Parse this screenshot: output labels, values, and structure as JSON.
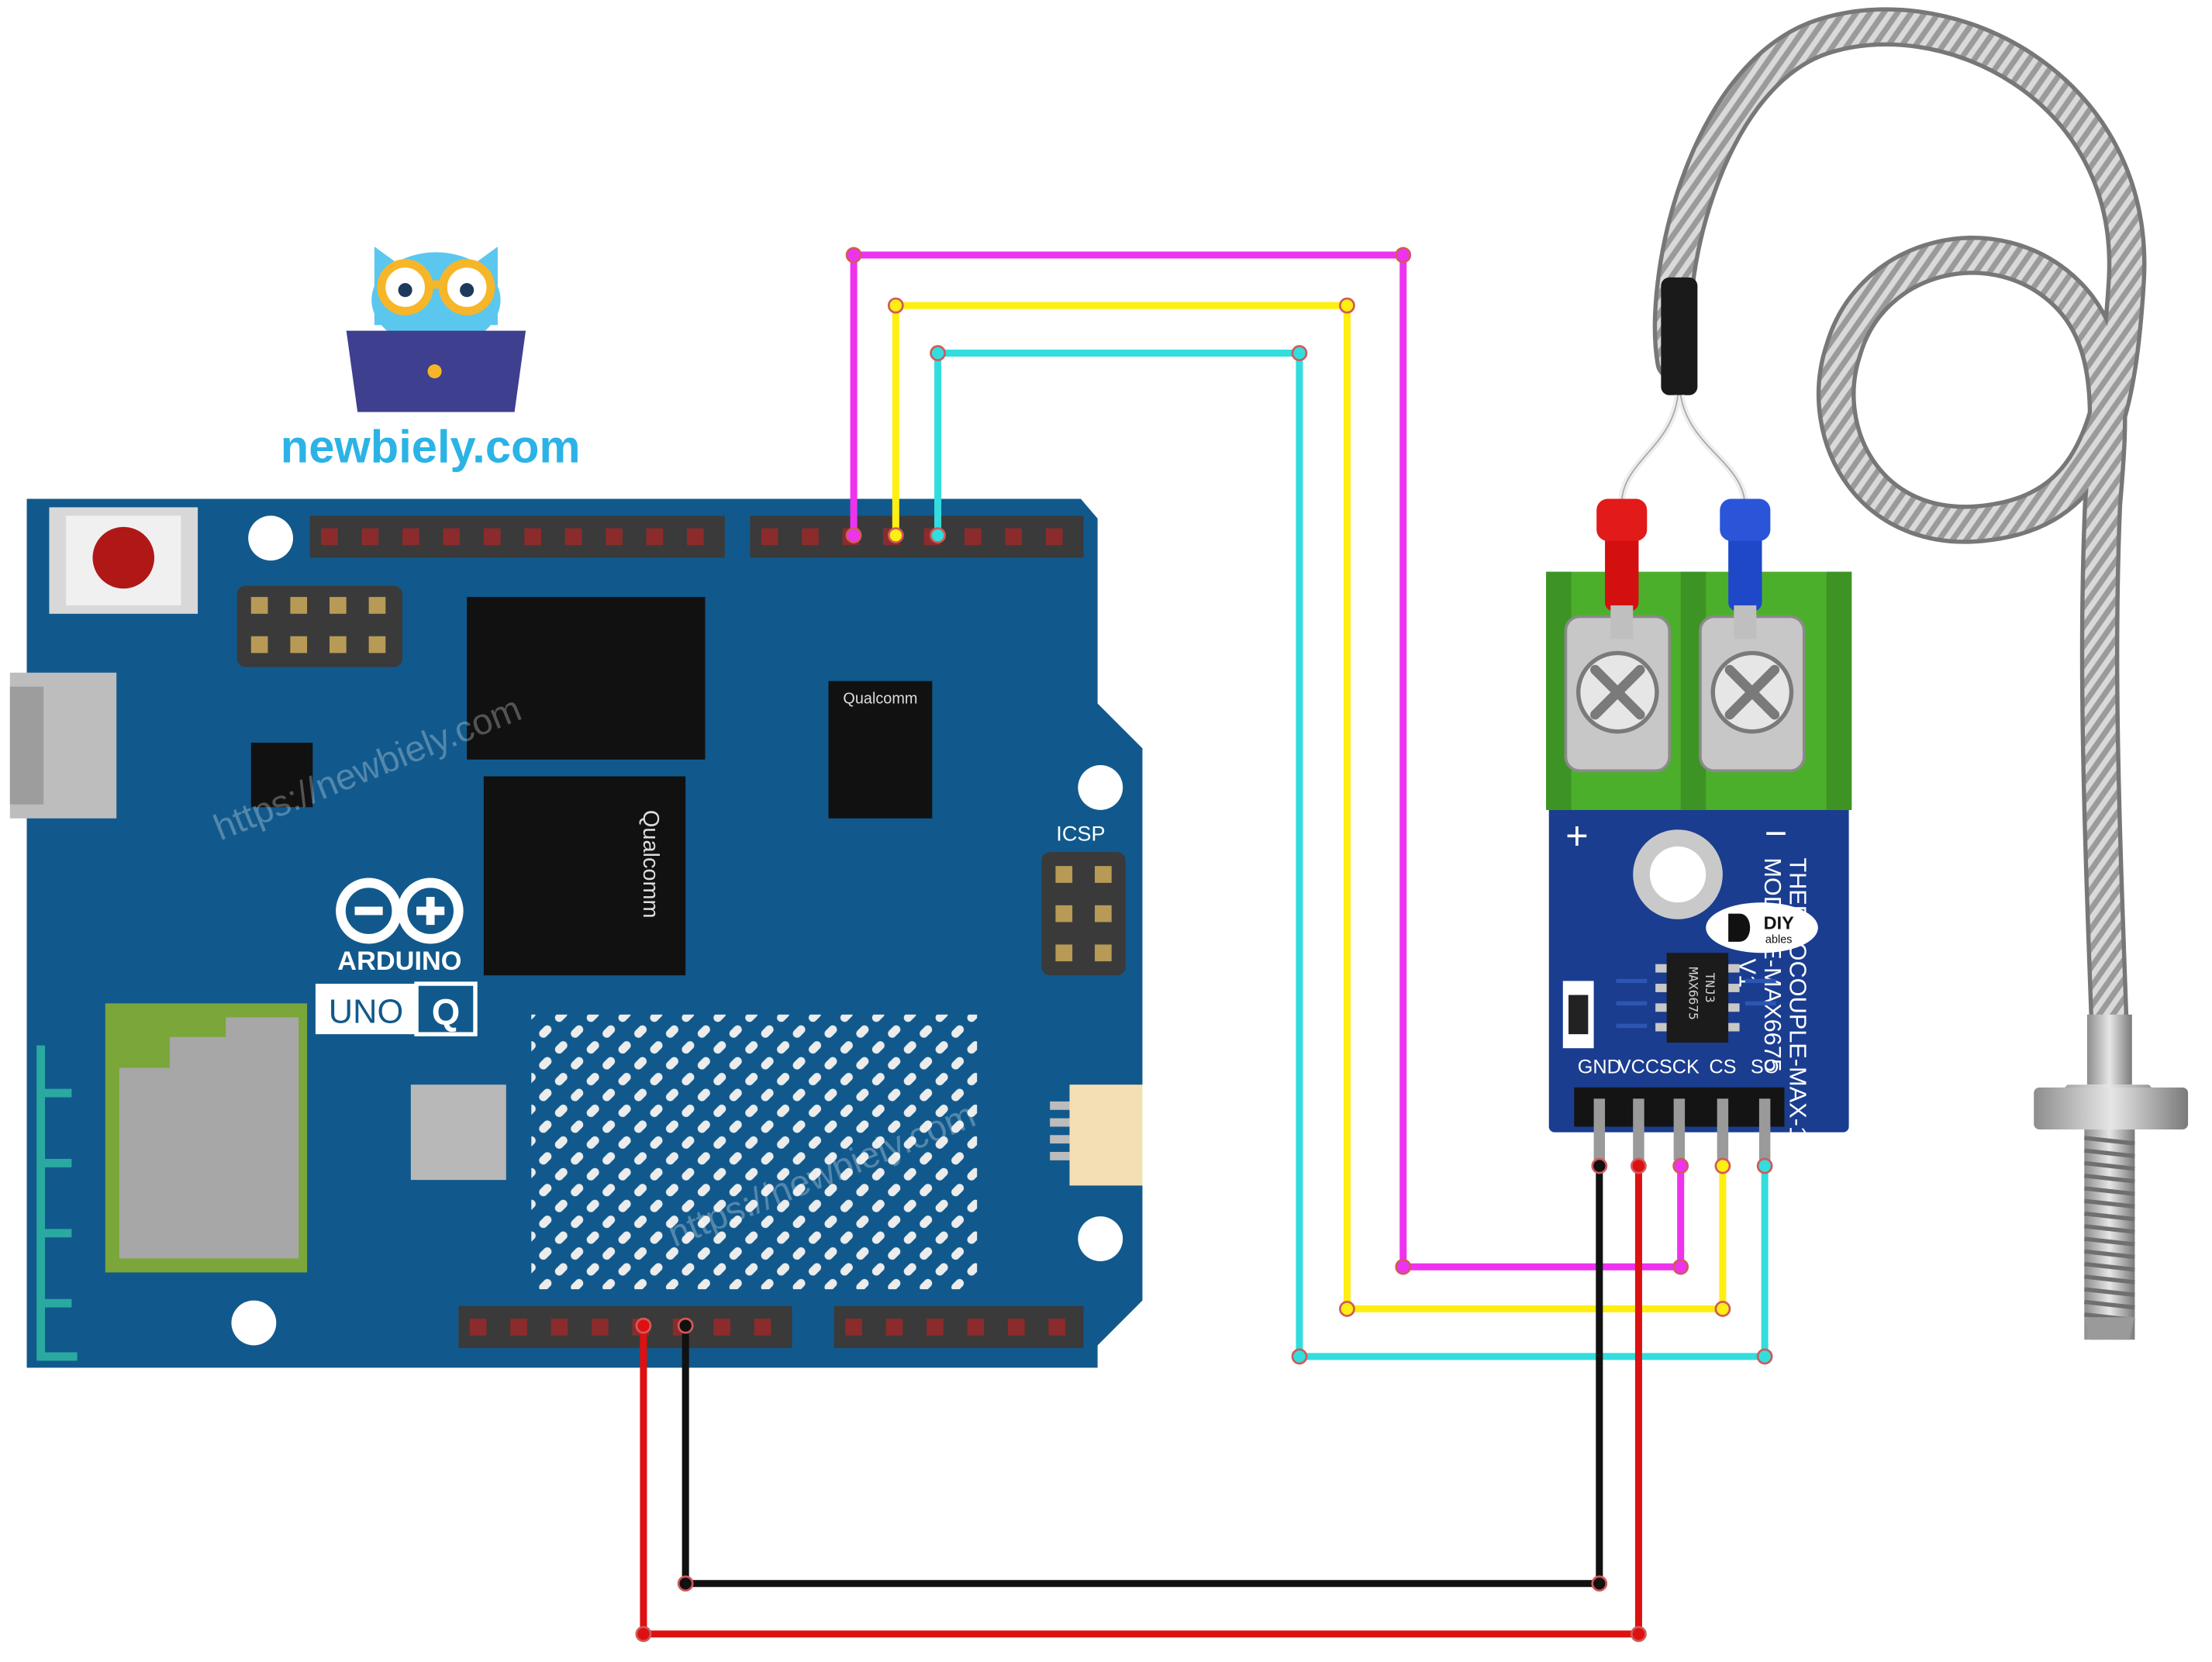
{
  "brand": {
    "name": "newbiely.com",
    "watermark": "https://newbiely.com",
    "color": "#2bb3e6"
  },
  "board": {
    "logo_text": "ARDUINO",
    "model_left": "UNO",
    "model_right": "Q",
    "chip_label": "Qualcomm",
    "icsp_label": "ICSP",
    "color": "#11598c"
  },
  "module": {
    "plus_label": "+",
    "minus_label": "−",
    "name_line1": "THERMOCOUPLE-MAX-1",
    "name_line2": "MODULE-MAX6675",
    "version": "V1",
    "chip_marking_1": "MAX6675",
    "chip_marking_2": "TNJ3",
    "badge_top": "DIY",
    "badge_bottom": "ables",
    "pins": [
      "GND",
      "VCC",
      "SCK",
      "CS",
      "SO"
    ],
    "color": "#1a3d8f"
  },
  "wires": [
    {
      "name": "magenta",
      "color": "#ee33ee"
    },
    {
      "name": "yellow",
      "color": "#ffee11"
    },
    {
      "name": "cyan",
      "color": "#33dddd"
    },
    {
      "name": "black",
      "color": "#111111"
    },
    {
      "name": "red",
      "color": "#dd1111"
    }
  ]
}
